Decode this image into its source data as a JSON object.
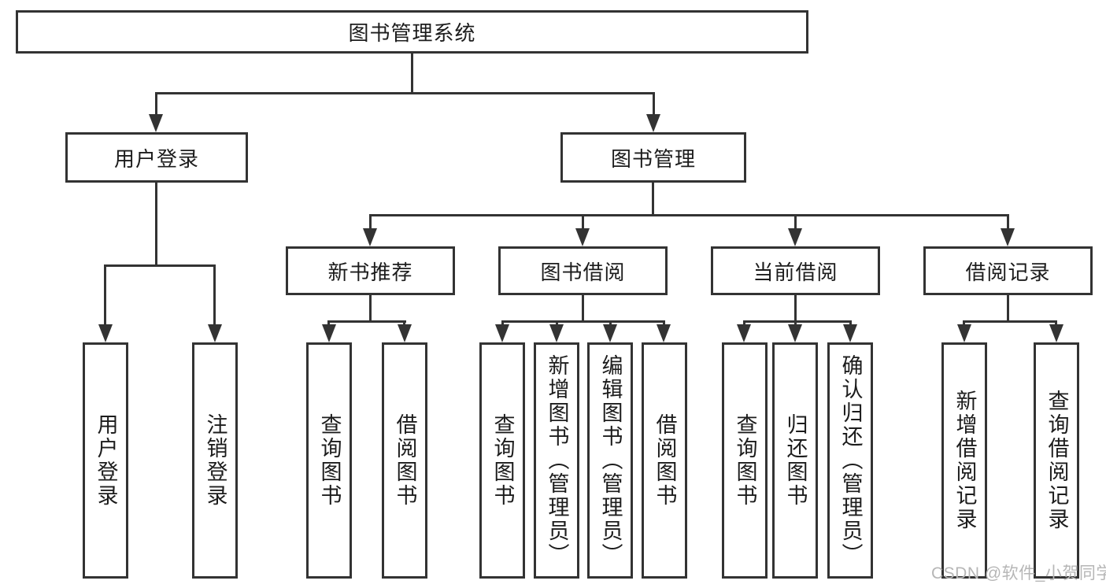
{
  "diagram": {
    "root": {
      "label": "图书管理系统"
    },
    "user_login": {
      "label": "用户登录",
      "children": [
        {
          "label": "用户登录"
        },
        {
          "label": "注销登录"
        }
      ]
    },
    "book_management": {
      "label": "图书管理",
      "children": [
        {
          "label": "新书推荐",
          "children": [
            {
              "label": "查询图书"
            },
            {
              "label": "借阅图书"
            }
          ]
        },
        {
          "label": "图书借阅",
          "children": [
            {
              "label": "查询图书"
            },
            {
              "label": "新增图书（管理员）"
            },
            {
              "label": "编辑图书（管理员）"
            },
            {
              "label": "借阅图书"
            }
          ]
        },
        {
          "label": "当前借阅",
          "children": [
            {
              "label": "查询图书"
            },
            {
              "label": "归还图书"
            },
            {
              "label": "确认归还（管理员）"
            }
          ]
        },
        {
          "label": "借阅记录",
          "children": [
            {
              "label": "新增借阅记录"
            },
            {
              "label": "查询借阅记录"
            }
          ]
        }
      ]
    }
  },
  "watermark": {
    "text": "CSDN @软件_小贺同学"
  },
  "colors": {
    "line": "#333333",
    "text": "#1c1c1c",
    "watermark": "#b6b6b6",
    "background": "#ffffff"
  }
}
